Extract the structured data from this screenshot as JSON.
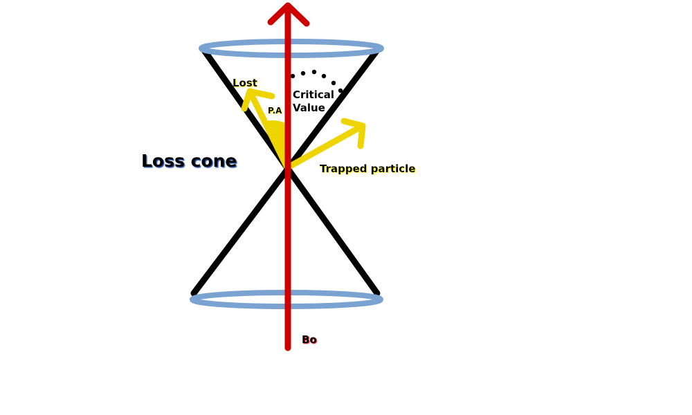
{
  "labels": {
    "loss_cone": "Loss cone",
    "lost": "Lost",
    "pa": "P.A",
    "critical_line1": "Critical",
    "critical_line2": "Value",
    "trapped": "Trapped particle",
    "field": "Bo"
  },
  "colors": {
    "cone": "#000000",
    "ring": "#7aa3d2",
    "field": "#cc0000",
    "particle": "#eed400",
    "text": "#000000",
    "glow_yellow": "#ffee00",
    "glow_blue": "#1f4fa0",
    "glow_red": "#cc0000"
  }
}
